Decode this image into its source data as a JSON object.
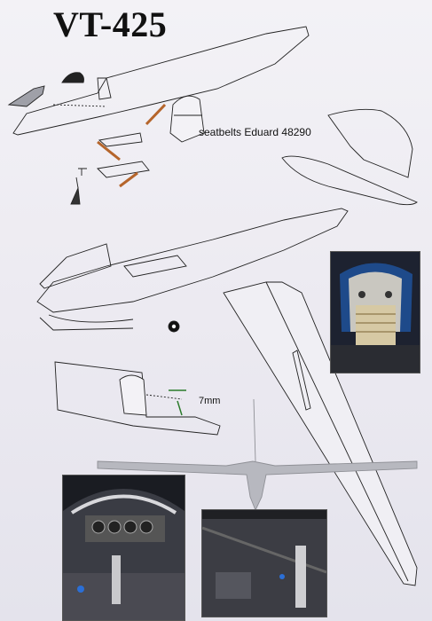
{
  "document": {
    "title": "VT-425",
    "labels": {
      "seatbelts": "seatbelts Eduard 48290",
      "dimension": "7mm"
    }
  },
  "photos": [
    {
      "name": "cockpit-seat-photo"
    },
    {
      "name": "instrument-panel-photo"
    },
    {
      "name": "control-stick-photo"
    }
  ],
  "colors": {
    "paper": "#efeef3",
    "ink": "#111111",
    "wing_gray": "#b7b8bf",
    "copper": "#b5652b"
  }
}
